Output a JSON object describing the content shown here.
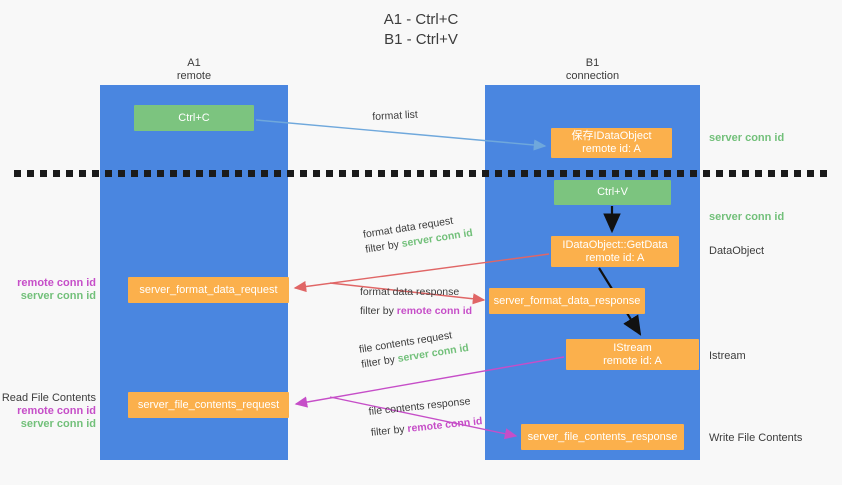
{
  "title": "A1 - Ctrl+C\nB1 - Ctrl+V",
  "lanes": [
    {
      "name": "a1",
      "title": "A1",
      "subtitle": "remote",
      "label": "A1\nremote"
    },
    {
      "name": "b1",
      "title": "B1",
      "subtitle": "connection",
      "label": "B1\nconnection"
    }
  ],
  "nodes": [
    {
      "id": "ctrl-c",
      "label": "Ctrl+C",
      "color": "#7cc47f"
    },
    {
      "id": "idataobject",
      "label": "保存IDataObject\nremote id: A",
      "color": "#fbb04c"
    },
    {
      "id": "ctrl-v",
      "label": "Ctrl+V",
      "color": "#7cc47f"
    },
    {
      "id": "idataobject-getdata",
      "label": "IDataObject::GetData\nremote id: A",
      "color": "#fbb04c"
    },
    {
      "id": "server-format-data-request",
      "label": "server_format_data_request",
      "color": "#fbb04c"
    },
    {
      "id": "server-format-data-response",
      "label": "server_format_data_response",
      "color": "#fbb04c"
    },
    {
      "id": "istream",
      "label": "IStream\nremote id: A",
      "color": "#fbb04c"
    },
    {
      "id": "server-file-contents-request",
      "label": "server_file_contents_request",
      "color": "#fbb04c"
    },
    {
      "id": "server-file-contents-response",
      "label": "server_file_contents_response",
      "color": "#fbb04c"
    }
  ],
  "side_labels": {
    "server_conn_id_1": "server conn id",
    "server_conn_id_2": "server conn id",
    "dataobject": "DataObject",
    "istream": "Istream",
    "write_file_contents": "Write File Contents"
  },
  "left_labels": {
    "block1": {
      "remote": "remote conn id",
      "server": "server conn id"
    },
    "block2": {
      "heading": "Read File Contents",
      "remote": "remote conn id",
      "server": "server conn id"
    }
  },
  "edges": {
    "format_list": {
      "label": "format list"
    },
    "format_data_request": {
      "line1": "format data request",
      "filter_prefix": "filter by ",
      "filter_value": "server conn id"
    },
    "format_data_response": {
      "line1": "format data response",
      "filter_prefix": "filter by ",
      "filter_value": "remote conn id"
    },
    "file_contents_request": {
      "line1": "file contents request",
      "filter_prefix": "filter by ",
      "filter_value": "server conn id"
    },
    "file_contents_response": {
      "line1": "file contents response",
      "filter_prefix": "filter by ",
      "filter_value": "remote conn id"
    }
  },
  "colors": {
    "lane": "#4a86e0",
    "green_node": "#7cc47f",
    "orange_node": "#fbb04c",
    "green_text": "#72c07a",
    "purple_text": "#c64ec8",
    "blue_arrow": "#6fa8dc",
    "red_arrow": "#e06666",
    "magenta_arrow": "#c64ec8",
    "black_arrow": "#111111",
    "background": "#f8f8f8",
    "text": "#3c3c3c"
  }
}
